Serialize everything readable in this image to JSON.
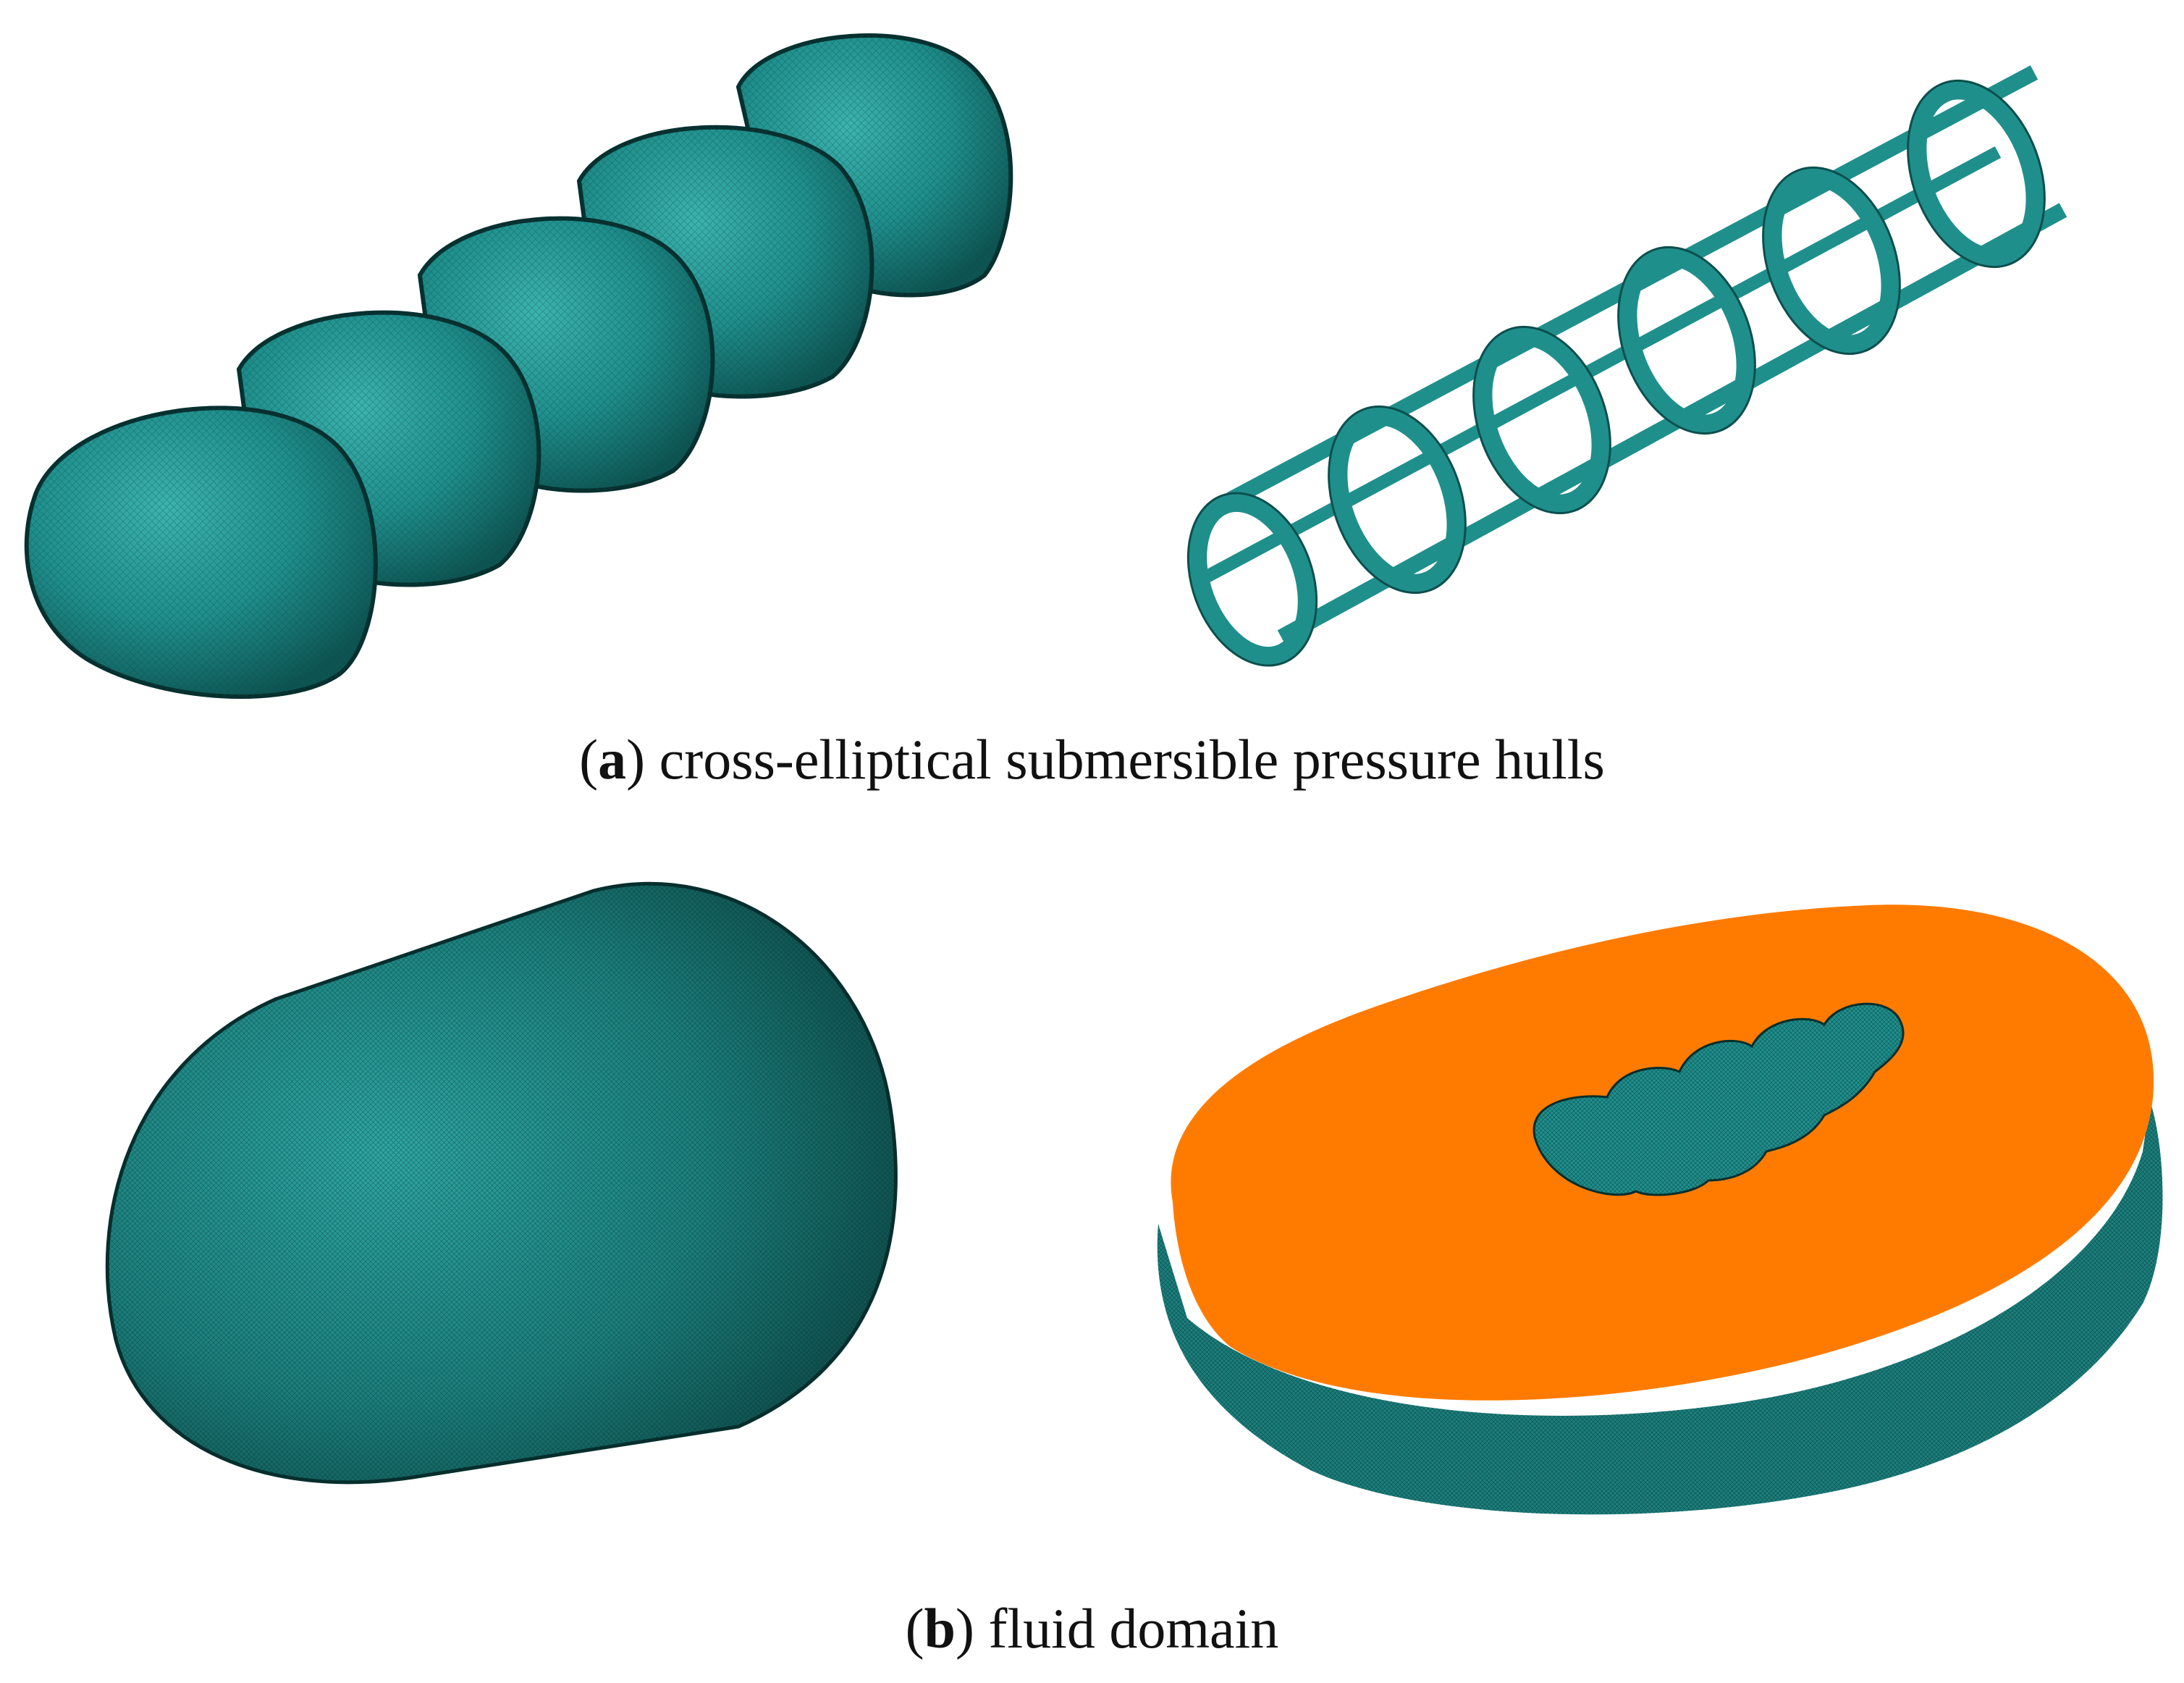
{
  "colors": {
    "mesh": "#1f8f8c",
    "mesh_dark": "#0c4f4d",
    "mesh_light": "#3bb1ad",
    "fluid_top": "#ff7b00"
  },
  "figure_a": {
    "label": "a",
    "open": "(",
    "close": ")",
    "caption": " cross-elliptical submersible pressure hulls"
  },
  "figure_b": {
    "label": "b",
    "open": "(",
    "close": ")",
    "caption": " fluid domain"
  }
}
